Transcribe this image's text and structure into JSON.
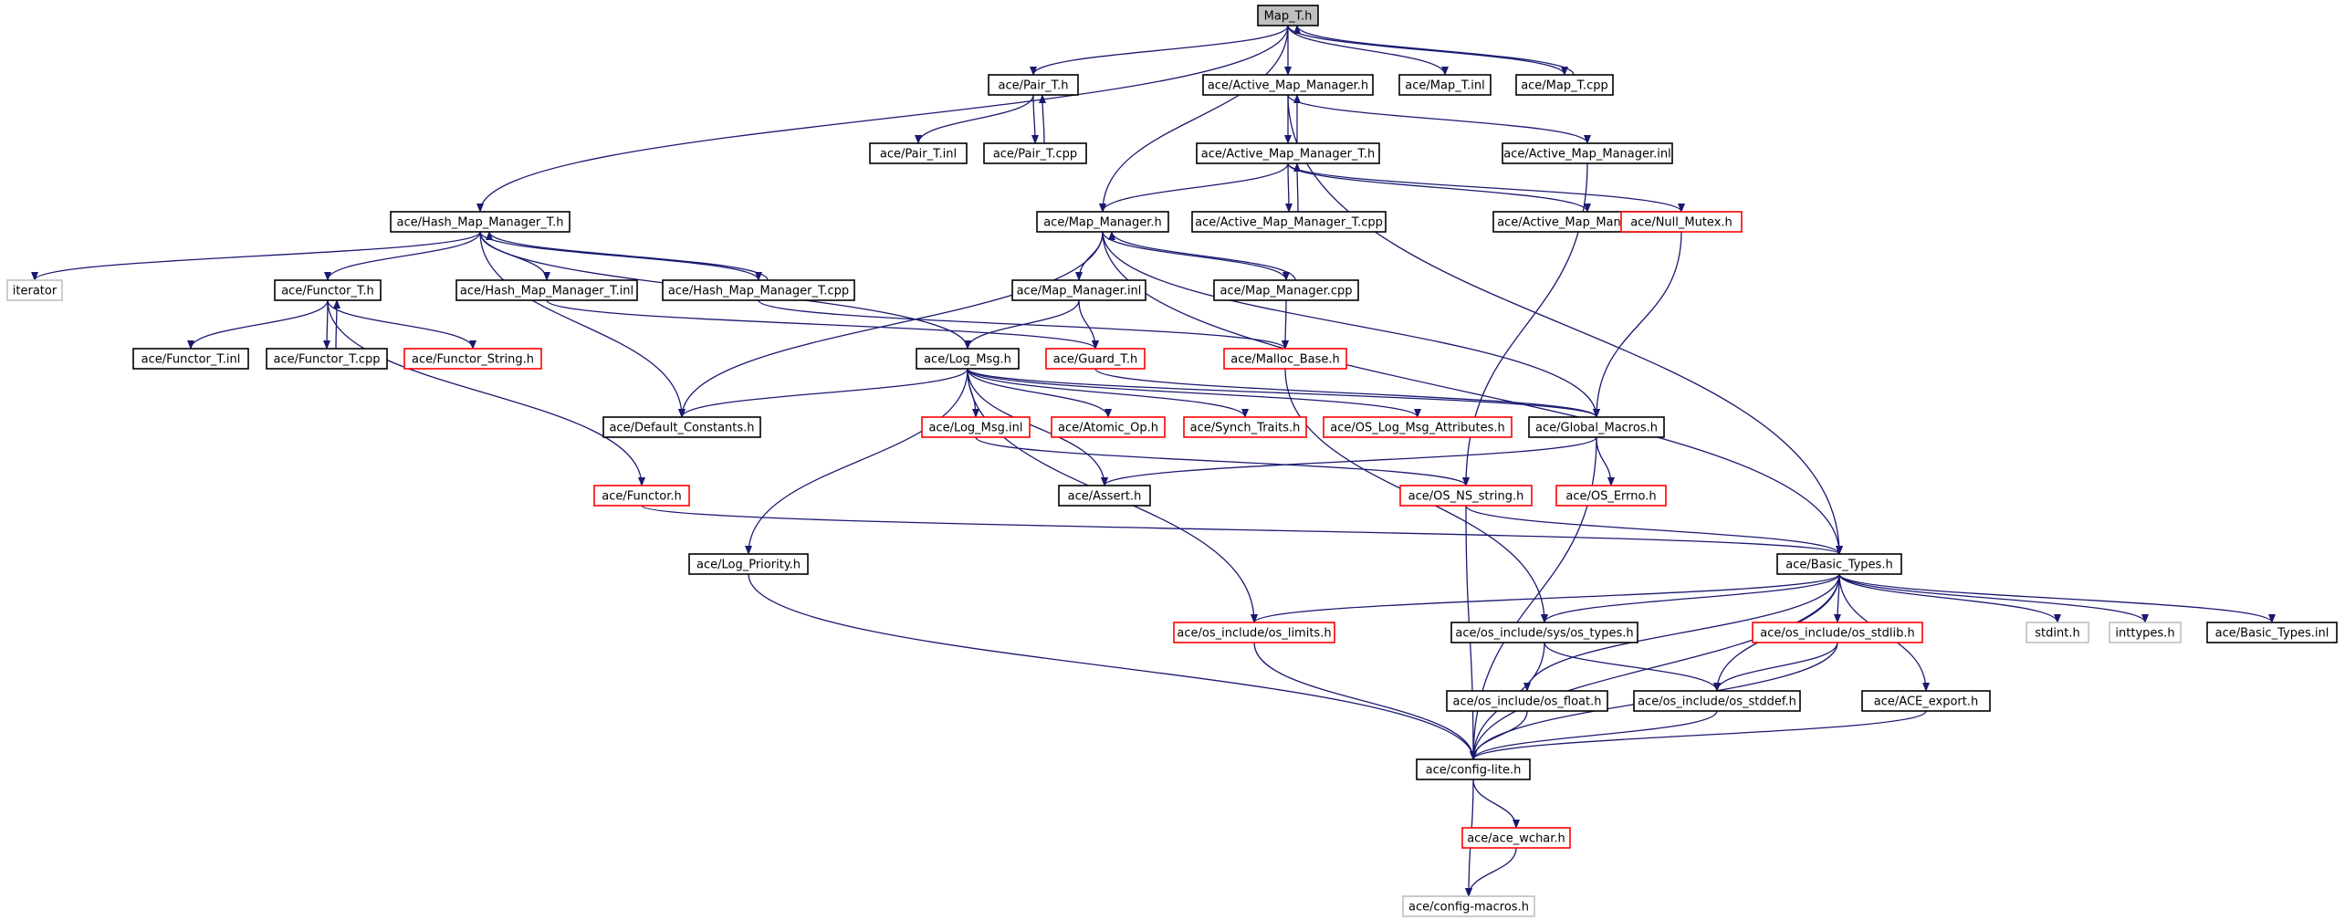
{
  "colors": {
    "edge": "#191970",
    "box_normal": "#000000",
    "box_incomplete": "#ff0000",
    "box_external": "#bfbfbf",
    "box_root_fill": "#bfbfbf",
    "text": "#000000"
  },
  "nodes": [
    {
      "id": "map_t_h",
      "label": "Map_T.h",
      "style": "root"
    },
    {
      "id": "pair_t_h",
      "label": "ace/Pair_T.h",
      "style": "normal"
    },
    {
      "id": "active_map_manager_h",
      "label": "ace/Active_Map_Manager.h",
      "style": "normal"
    },
    {
      "id": "map_t_inl",
      "label": "ace/Map_T.inl",
      "style": "normal"
    },
    {
      "id": "map_t_cpp",
      "label": "ace/Map_T.cpp",
      "style": "normal"
    },
    {
      "id": "pair_t_inl",
      "label": "ace/Pair_T.inl",
      "style": "normal"
    },
    {
      "id": "pair_t_cpp",
      "label": "ace/Pair_T.cpp",
      "style": "normal"
    },
    {
      "id": "active_map_manager_t_h",
      "label": "ace/Active_Map_Manager_T.h",
      "style": "normal"
    },
    {
      "id": "active_map_manager_inl",
      "label": "ace/Active_Map_Manager.inl",
      "style": "normal"
    },
    {
      "id": "hash_map_manager_t_h",
      "label": "ace/Hash_Map_Manager_T.h",
      "style": "normal"
    },
    {
      "id": "map_manager_h",
      "label": "ace/Map_Manager.h",
      "style": "normal"
    },
    {
      "id": "active_map_manager_t_cpp",
      "label": "ace/Active_Map_Manager_T.cpp",
      "style": "normal"
    },
    {
      "id": "active_map_manager_t_inl",
      "label": "ace/Active_Map_Manager_T.inl",
      "style": "normal"
    },
    {
      "id": "null_mutex_h",
      "label": "ace/Null_Mutex.h",
      "style": "incomplete"
    },
    {
      "id": "iterator",
      "label": "iterator",
      "style": "external"
    },
    {
      "id": "functor_t_h",
      "label": "ace/Functor_T.h",
      "style": "normal"
    },
    {
      "id": "hash_map_manager_t_inl",
      "label": "ace/Hash_Map_Manager_T.inl",
      "style": "normal"
    },
    {
      "id": "hash_map_manager_t_cpp",
      "label": "ace/Hash_Map_Manager_T.cpp",
      "style": "normal"
    },
    {
      "id": "map_manager_inl",
      "label": "ace/Map_Manager.inl",
      "style": "normal"
    },
    {
      "id": "map_manager_cpp",
      "label": "ace/Map_Manager.cpp",
      "style": "normal"
    },
    {
      "id": "functor_t_inl",
      "label": "ace/Functor_T.inl",
      "style": "normal"
    },
    {
      "id": "functor_t_cpp",
      "label": "ace/Functor_T.cpp",
      "style": "normal"
    },
    {
      "id": "functor_string_h",
      "label": "ace/Functor_String.h",
      "style": "incomplete"
    },
    {
      "id": "log_msg_h",
      "label": "ace/Log_Msg.h",
      "style": "normal"
    },
    {
      "id": "guard_t_h",
      "label": "ace/Guard_T.h",
      "style": "incomplete"
    },
    {
      "id": "malloc_base_h",
      "label": "ace/Malloc_Base.h",
      "style": "incomplete"
    },
    {
      "id": "default_constants_h",
      "label": "ace/Default_Constants.h",
      "style": "normal"
    },
    {
      "id": "log_msg_inl",
      "label": "ace/Log_Msg.inl",
      "style": "incomplete"
    },
    {
      "id": "atomic_op_h",
      "label": "ace/Atomic_Op.h",
      "style": "incomplete"
    },
    {
      "id": "synch_traits_h",
      "label": "ace/Synch_Traits.h",
      "style": "incomplete"
    },
    {
      "id": "os_log_msg_attributes_h",
      "label": "ace/OS_Log_Msg_Attributes.h",
      "style": "incomplete"
    },
    {
      "id": "global_macros_h",
      "label": "ace/Global_Macros.h",
      "style": "normal"
    },
    {
      "id": "functor_h",
      "label": "ace/Functor.h",
      "style": "incomplete"
    },
    {
      "id": "assert_h",
      "label": "ace/Assert.h",
      "style": "normal"
    },
    {
      "id": "os_ns_string_h",
      "label": "ace/OS_NS_string.h",
      "style": "incomplete"
    },
    {
      "id": "os_errno_h",
      "label": "ace/OS_Errno.h",
      "style": "incomplete"
    },
    {
      "id": "log_priority_h",
      "label": "ace/Log_Priority.h",
      "style": "normal"
    },
    {
      "id": "basic_types_h",
      "label": "ace/Basic_Types.h",
      "style": "normal"
    },
    {
      "id": "os_limits_h",
      "label": "ace/os_include/os_limits.h",
      "style": "incomplete"
    },
    {
      "id": "os_types_h",
      "label": "ace/os_include/sys/os_types.h",
      "style": "normal"
    },
    {
      "id": "os_stdlib_h",
      "label": "ace/os_include/os_stdlib.h",
      "style": "incomplete"
    },
    {
      "id": "stdint_h",
      "label": "stdint.h",
      "style": "external"
    },
    {
      "id": "inttypes_h",
      "label": "inttypes.h",
      "style": "external"
    },
    {
      "id": "basic_types_inl",
      "label": "ace/Basic_Types.inl",
      "style": "normal"
    },
    {
      "id": "os_float_h",
      "label": "ace/os_include/os_float.h",
      "style": "normal"
    },
    {
      "id": "os_stddef_h",
      "label": "ace/os_include/os_stddef.h",
      "style": "normal"
    },
    {
      "id": "ace_export_h",
      "label": "ace/ACE_export.h",
      "style": "normal"
    },
    {
      "id": "config_lite_h",
      "label": "ace/config-lite.h",
      "style": "normal"
    },
    {
      "id": "ace_wchar_h",
      "label": "ace/ace_wchar.h",
      "style": "incomplete"
    },
    {
      "id": "config_macros_h",
      "label": "ace/config-macros.h",
      "style": "external"
    }
  ],
  "edges": [
    [
      "map_t_h",
      "pair_t_h"
    ],
    [
      "map_t_h",
      "active_map_manager_h"
    ],
    [
      "map_t_h",
      "map_t_inl"
    ],
    [
      "map_t_h",
      "map_t_cpp"
    ],
    [
      "map_t_h",
      "hash_map_manager_t_h"
    ],
    [
      "map_t_h",
      "map_manager_h"
    ],
    [
      "map_t_cpp",
      "map_t_h"
    ],
    [
      "pair_t_h",
      "pair_t_inl"
    ],
    [
      "pair_t_h",
      "pair_t_cpp"
    ],
    [
      "pair_t_cpp",
      "pair_t_h"
    ],
    [
      "active_map_manager_h",
      "active_map_manager_t_h"
    ],
    [
      "active_map_manager_h",
      "active_map_manager_inl"
    ],
    [
      "active_map_manager_h",
      "basic_types_h"
    ],
    [
      "active_map_manager_t_h",
      "active_map_manager_h"
    ],
    [
      "active_map_manager_t_h",
      "map_manager_h"
    ],
    [
      "active_map_manager_t_h",
      "active_map_manager_t_cpp"
    ],
    [
      "active_map_manager_t_h",
      "active_map_manager_t_inl"
    ],
    [
      "active_map_manager_t_h",
      "null_mutex_h"
    ],
    [
      "active_map_manager_t_cpp",
      "active_map_manager_t_h"
    ],
    [
      "active_map_manager_inl",
      "os_ns_string_h"
    ],
    [
      "hash_map_manager_t_h",
      "iterator"
    ],
    [
      "hash_map_manager_t_h",
      "functor_t_h"
    ],
    [
      "hash_map_manager_t_h",
      "hash_map_manager_t_inl"
    ],
    [
      "hash_map_manager_t_h",
      "hash_map_manager_t_cpp"
    ],
    [
      "hash_map_manager_t_h",
      "default_constants_h"
    ],
    [
      "hash_map_manager_t_h",
      "log_msg_h"
    ],
    [
      "hash_map_manager_t_cpp",
      "hash_map_manager_t_h"
    ],
    [
      "hash_map_manager_t_cpp",
      "malloc_base_h"
    ],
    [
      "hash_map_manager_t_inl",
      "guard_t_h"
    ],
    [
      "map_manager_h",
      "map_manager_inl"
    ],
    [
      "map_manager_h",
      "map_manager_cpp"
    ],
    [
      "map_manager_h",
      "default_constants_h"
    ],
    [
      "map_manager_h",
      "global_macros_h"
    ],
    [
      "map_manager_h",
      "basic_types_h"
    ],
    [
      "map_manager_cpp",
      "map_manager_h"
    ],
    [
      "map_manager_cpp",
      "malloc_base_h"
    ],
    [
      "map_manager_inl",
      "guard_t_h"
    ],
    [
      "map_manager_inl",
      "log_msg_h"
    ],
    [
      "null_mutex_h",
      "global_macros_h"
    ],
    [
      "functor_t_h",
      "functor_t_inl"
    ],
    [
      "functor_t_h",
      "functor_t_cpp"
    ],
    [
      "functor_t_h",
      "functor_string_h"
    ],
    [
      "functor_t_h",
      "functor_h"
    ],
    [
      "functor_t_cpp",
      "functor_t_h"
    ],
    [
      "log_msg_h",
      "default_constants_h"
    ],
    [
      "log_msg_h",
      "log_msg_inl"
    ],
    [
      "log_msg_h",
      "atomic_op_h"
    ],
    [
      "log_msg_h",
      "synch_traits_h"
    ],
    [
      "log_msg_h",
      "os_log_msg_attributes_h"
    ],
    [
      "log_msg_h",
      "global_macros_h"
    ],
    [
      "log_msg_h",
      "assert_h"
    ],
    [
      "log_msg_h",
      "log_priority_h"
    ],
    [
      "log_msg_h",
      "os_limits_h"
    ],
    [
      "guard_t_h",
      "global_macros_h"
    ],
    [
      "malloc_base_h",
      "os_types_h"
    ],
    [
      "log_msg_inl",
      "os_ns_string_h"
    ],
    [
      "global_macros_h",
      "assert_h"
    ],
    [
      "global_macros_h",
      "os_errno_h"
    ],
    [
      "global_macros_h",
      "config_lite_h"
    ],
    [
      "functor_h",
      "basic_types_h"
    ],
    [
      "os_ns_string_h",
      "basic_types_h"
    ],
    [
      "os_ns_string_h",
      "config_lite_h"
    ],
    [
      "log_priority_h",
      "config_lite_h"
    ],
    [
      "basic_types_h",
      "os_limits_h"
    ],
    [
      "basic_types_h",
      "os_types_h"
    ],
    [
      "basic_types_h",
      "os_stdlib_h"
    ],
    [
      "basic_types_h",
      "stdint_h"
    ],
    [
      "basic_types_h",
      "inttypes_h"
    ],
    [
      "basic_types_h",
      "basic_types_inl"
    ],
    [
      "basic_types_h",
      "os_float_h"
    ],
    [
      "basic_types_h",
      "os_stddef_h"
    ],
    [
      "basic_types_h",
      "ace_export_h"
    ],
    [
      "basic_types_h",
      "config_lite_h"
    ],
    [
      "os_limits_h",
      "config_lite_h"
    ],
    [
      "os_types_h",
      "os_stddef_h"
    ],
    [
      "os_types_h",
      "config_lite_h"
    ],
    [
      "os_stdlib_h",
      "os_stddef_h"
    ],
    [
      "os_stdlib_h",
      "config_lite_h"
    ],
    [
      "os_float_h",
      "config_lite_h"
    ],
    [
      "os_stddef_h",
      "config_lite_h"
    ],
    [
      "ace_export_h",
      "config_lite_h"
    ],
    [
      "config_lite_h",
      "ace_wchar_h"
    ],
    [
      "config_lite_h",
      "config_macros_h"
    ],
    [
      "ace_wchar_h",
      "config_macros_h"
    ]
  ]
}
